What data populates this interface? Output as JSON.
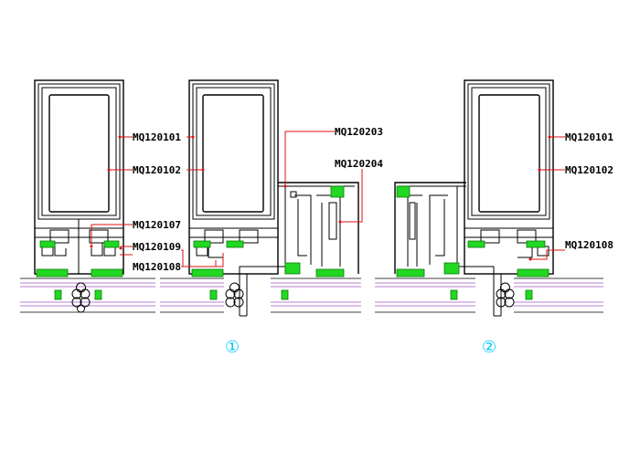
{
  "labels": {
    "l1": "MQ120101",
    "l2": "MQ120102",
    "l3": "MQ120107",
    "l4": "MQ120109",
    "l5": "MQ120108",
    "l6": "MQ120203",
    "l7": "MQ120204",
    "r1": "MQ120101",
    "r2": "MQ120102",
    "r3": "MQ120108"
  },
  "markers": {
    "m1": "①",
    "m2": "②"
  },
  "colors": {
    "gasket": "#22d822",
    "leader": "#e01010",
    "marker": "#00c8ff"
  }
}
